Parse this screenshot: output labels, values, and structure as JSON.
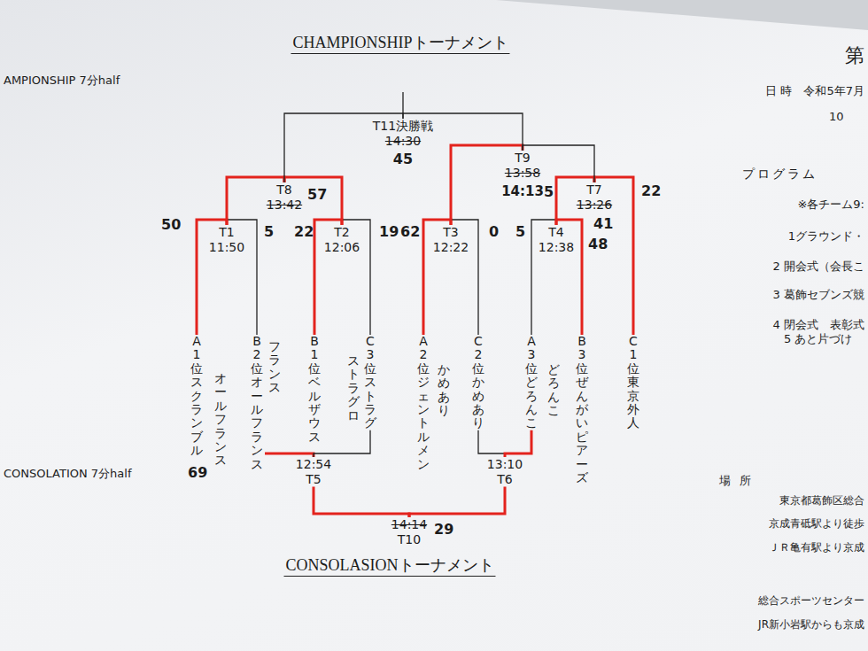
{
  "diagram": {
    "title": "CHAMPIONSHIPトーナメント",
    "caption": "CONSOLASIONトーナメント",
    "nodes": [
      {
        "text": [
          "A1位スクランブル"
        ]
      },
      {
        "text": [
          "B2位オールフランス"
        ]
      },
      {
        "text": [
          "B1位ベルザウス"
        ]
      },
      {
        "text": [
          "C3位ストラグ"
        ]
      },
      {
        "text": [
          "A2位ジェントルメン"
        ]
      },
      {
        "text": [
          "C2位かめあり"
        ]
      },
      {
        "text": [
          "A3位どろんこ"
        ]
      },
      {
        "text": [
          "B3位ぜんがいピアーズ"
        ]
      },
      {
        "text": [
          "C1位東京外人"
        ]
      },
      {
        "text": [
          "T1",
          "11:50"
        ]
      },
      {
        "text": [
          "T2",
          "12:06"
        ]
      },
      {
        "text": [
          "T3",
          "12:22"
        ]
      },
      {
        "text": [
          "T4",
          "12:38"
        ]
      },
      {
        "text": [
          "T7",
          "13:26"
        ]
      },
      {
        "text": [
          "T8",
          "13:42"
        ]
      },
      {
        "text": [
          "T9",
          "13:58"
        ]
      },
      {
        "text": [
          "T11決勝戦",
          "14:30"
        ]
      },
      {
        "text": [
          "12:54",
          "T5"
        ]
      },
      {
        "text": [
          "13:10",
          "T6"
        ]
      },
      {
        "text": [
          "14:14",
          "T10"
        ]
      }
    ],
    "edges": [
      {
        "from": 0,
        "to": 9,
        "arrow": "none"
      },
      {
        "from": 1,
        "to": 9,
        "arrow": "none"
      },
      {
        "from": 2,
        "to": 10,
        "arrow": "none"
      },
      {
        "from": 3,
        "to": 10,
        "arrow": "none"
      },
      {
        "from": 4,
        "to": 11,
        "arrow": "none"
      },
      {
        "from": 5,
        "to": 11,
        "arrow": "none"
      },
      {
        "from": 6,
        "to": 12,
        "arrow": "none"
      },
      {
        "from": 7,
        "to": 12,
        "arrow": "none"
      },
      {
        "from": 9,
        "to": 14,
        "arrow": "none"
      },
      {
        "from": 10,
        "to": 14,
        "arrow": "none"
      },
      {
        "from": 12,
        "to": 13,
        "arrow": "none"
      },
      {
        "from": 8,
        "to": 13,
        "arrow": "none"
      },
      {
        "from": 11,
        "to": 15,
        "arrow": "none"
      },
      {
        "from": 13,
        "to": 15,
        "arrow": "none"
      },
      {
        "from": 14,
        "to": 16,
        "arrow": "none"
      },
      {
        "from": 15,
        "to": 16,
        "arrow": "none"
      },
      {
        "from": 1,
        "to": 17,
        "arrow": "none"
      },
      {
        "from": 3,
        "to": 17,
        "arrow": "none"
      },
      {
        "from": 5,
        "to": 18,
        "arrow": "none"
      },
      {
        "from": 6,
        "to": 18,
        "arrow": "none"
      },
      {
        "from": 17,
        "to": 19,
        "arrow": "none"
      },
      {
        "from": 18,
        "to": 19,
        "arrow": "none"
      }
    ],
    "labels": [
      "AMPIONSHIP 7分half",
      "CONSOLATION 7分half",
      "第",
      "日 時　令和5年7月",
      "10",
      "プログラム",
      "※各チーム9:",
      "1グラウンド・",
      "2 開会式（会長こ",
      "3 葛飾セブンズ競",
      "4 閉会式　表彰式",
      "5 あと片づけ",
      "場 所",
      "東京都葛飾区総合",
      "京成青砥駅より徒歩",
      "ＪＲ亀有駅より京成",
      "総合スポーツセンター",
      "JR新小岩駅からも京成",
      "50",
      "5",
      "22",
      "19",
      "62",
      "0",
      "5",
      "48",
      "22",
      "57",
      "41",
      "14:13",
      "5",
      "45",
      "29",
      "69",
      "オールフランス",
      "フランス",
      "ストラグロ",
      "かめあり",
      "どろんこ"
    ]
  }
}
